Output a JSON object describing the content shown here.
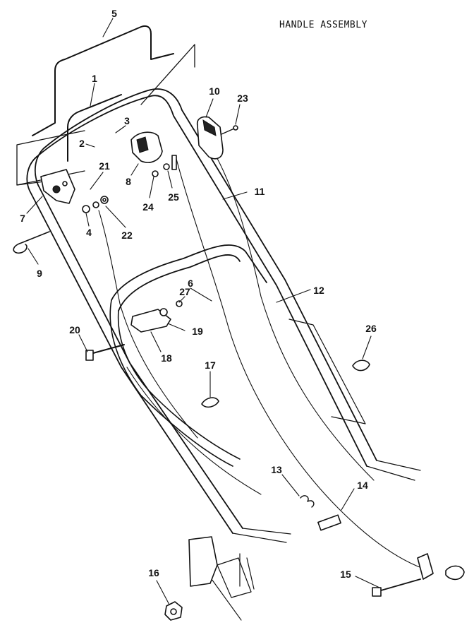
{
  "title": "HANDLE ASSEMBLY",
  "callouts": [
    {
      "id": "c1",
      "label": "1"
    },
    {
      "id": "c2",
      "label": "2"
    },
    {
      "id": "c3",
      "label": "3"
    },
    {
      "id": "c4",
      "label": "4"
    },
    {
      "id": "c5",
      "label": "5"
    },
    {
      "id": "c6",
      "label": "6"
    },
    {
      "id": "c7",
      "label": "7"
    },
    {
      "id": "c8",
      "label": "8"
    },
    {
      "id": "c9",
      "label": "9"
    },
    {
      "id": "c10",
      "label": "10"
    },
    {
      "id": "c11",
      "label": "11"
    },
    {
      "id": "c12",
      "label": "12"
    },
    {
      "id": "c13",
      "label": "13"
    },
    {
      "id": "c14",
      "label": "14"
    },
    {
      "id": "c15",
      "label": "15"
    },
    {
      "id": "c16",
      "label": "16"
    },
    {
      "id": "c17",
      "label": "17"
    },
    {
      "id": "c18",
      "label": "18"
    },
    {
      "id": "c19",
      "label": "19"
    },
    {
      "id": "c20",
      "label": "20"
    },
    {
      "id": "c21",
      "label": "21"
    },
    {
      "id": "c22",
      "label": "22"
    },
    {
      "id": "c23",
      "label": "23"
    },
    {
      "id": "c24",
      "label": "24"
    },
    {
      "id": "c25",
      "label": "25"
    },
    {
      "id": "c26",
      "label": "26"
    },
    {
      "id": "c27",
      "label": "27"
    }
  ]
}
